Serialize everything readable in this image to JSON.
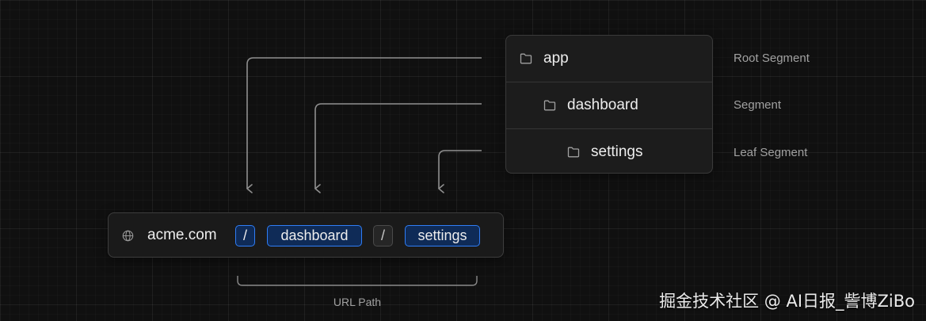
{
  "tree": {
    "folders": [
      {
        "name": "app",
        "segment_label": "Root Segment"
      },
      {
        "name": "dashboard",
        "segment_label": "Segment"
      },
      {
        "name": "settings",
        "segment_label": "Leaf Segment"
      }
    ]
  },
  "url": {
    "domain": "acme.com",
    "segments": [
      {
        "text": "/",
        "highlighted": true
      },
      {
        "text": "dashboard",
        "highlighted": true
      },
      {
        "text": "/",
        "highlighted": false
      },
      {
        "text": "settings",
        "highlighted": true
      }
    ],
    "caption": "URL Path"
  },
  "watermark": "掘金技术社区 @ AI日报_訾博ZiBo",
  "colors": {
    "background": "#101010",
    "panel": "#1c1c1c",
    "highlight_fill": "#0f2b57",
    "highlight_border": "#2f7df6",
    "connector": "#8f8f8f",
    "muted_text": "#a1a1a1"
  },
  "icons": {
    "folder": "folder-icon",
    "globe": "globe-icon"
  }
}
